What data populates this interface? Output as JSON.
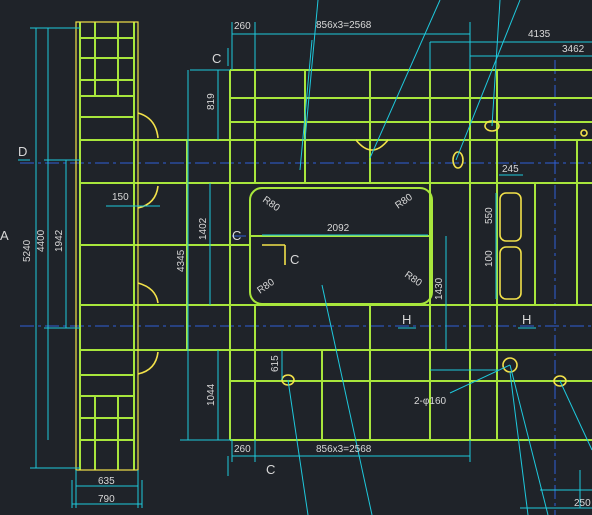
{
  "colors": {
    "background": "#1f2329",
    "structure": "#a8e63c",
    "dimension": "#1ec8dc",
    "centerline": "#2f5fd8",
    "highlight": "#f2e14a",
    "label": "#d8d8d8"
  },
  "dimensions": {
    "top_offset": "260",
    "top_span": "856x3=2568",
    "top_right_1": "4135",
    "top_right_2": "3462",
    "overall_height": "5240",
    "inner_height": "4400",
    "half_height": "1942",
    "upper_beam": "819",
    "bracket": "150",
    "middle_height": "4345",
    "opening_height": "1402",
    "opening_width": "2092",
    "lower_opening": "1430",
    "lower_beam": "1044",
    "small_height": "615",
    "hole_pitch": "245",
    "hole_h1": "550",
    "hole_h2": "100",
    "bottom_offset": "260",
    "bottom_span": "856x3=2568",
    "base_outer": "790",
    "base_inner": "635",
    "bottom_right": "250"
  },
  "radius_labels": {
    "top_left": "R80",
    "top_right": "R80",
    "bottom_left": "R80",
    "bottom_right": "R80"
  },
  "section_labels": {
    "c_top": "C",
    "c_middle": "C",
    "c_inner": "C",
    "c_bottom": "C",
    "d": "D",
    "a": "A",
    "h_left": "H",
    "h_right": "H"
  },
  "notes": {
    "holes": "2-φ160"
  }
}
